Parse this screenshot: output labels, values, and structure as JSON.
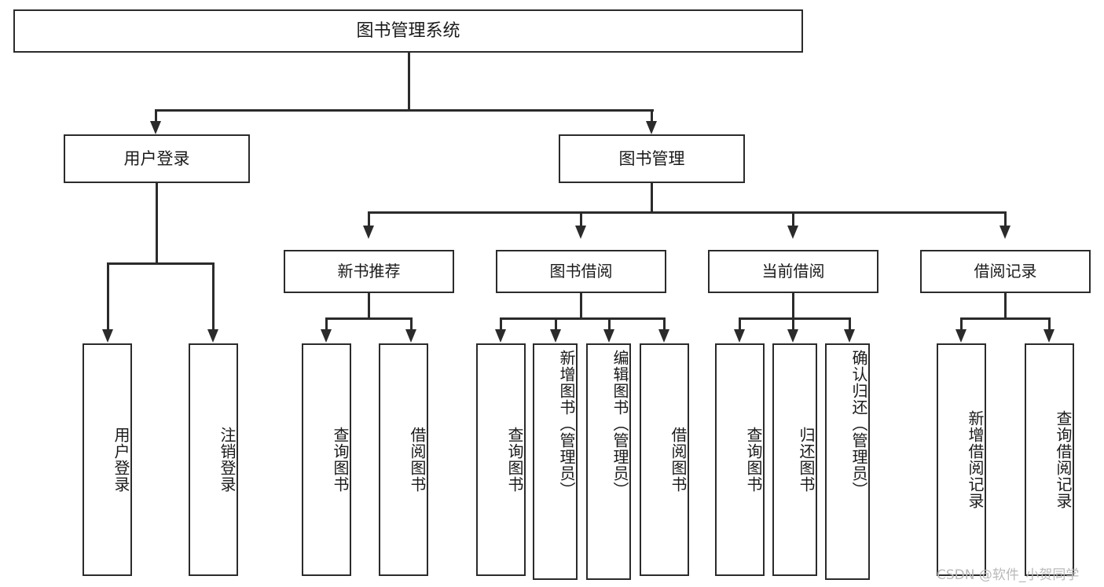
{
  "diagram": {
    "type": "tree-hierarchy",
    "title": "图书管理系统",
    "root": {
      "label": "图书管理系统"
    },
    "level2": [
      {
        "id": "user-login",
        "label": "用户登录"
      },
      {
        "id": "book-management",
        "label": "图书管理"
      }
    ],
    "level3": [
      {
        "id": "new-book-recommend",
        "label": "新书推荐"
      },
      {
        "id": "book-borrow",
        "label": "图书借阅"
      },
      {
        "id": "current-borrow",
        "label": "当前借阅"
      },
      {
        "id": "borrow-record",
        "label": "借阅记录"
      }
    ],
    "leaves": {
      "user_login": [
        {
          "id": "leaf-user-login",
          "label": "用户登录"
        },
        {
          "id": "leaf-logout-login",
          "label": "注销登录"
        }
      ],
      "new_book_recommend": [
        {
          "id": "leaf-query-book-1",
          "label": "查询图书"
        },
        {
          "id": "leaf-borrow-book-1",
          "label": "借阅图书"
        }
      ],
      "book_borrow": [
        {
          "id": "leaf-query-book-2",
          "label": "查询图书"
        },
        {
          "id": "leaf-add-book",
          "label": "新增图书（管理员）"
        },
        {
          "id": "leaf-edit-book",
          "label": "编辑图书（管理员）"
        },
        {
          "id": "leaf-borrow-book-2",
          "label": "借阅图书"
        }
      ],
      "current_borrow": [
        {
          "id": "leaf-query-book-3",
          "label": "查询图书"
        },
        {
          "id": "leaf-return-book",
          "label": "归还图书"
        },
        {
          "id": "leaf-confirm-return",
          "label": "确认归还（管理员）"
        }
      ],
      "borrow_record": [
        {
          "id": "leaf-add-record",
          "label": "新增借阅记录"
        },
        {
          "id": "leaf-query-record",
          "label": "查询借阅记录"
        }
      ]
    }
  },
  "watermark": {
    "text": "CSDN @软件_小贺同学"
  },
  "colors": {
    "line": "#2b2b2b",
    "box_fill": "#ffffff",
    "text": "#1a1a1a",
    "watermark": "#b9b9b9",
    "background": "#ffffff"
  }
}
